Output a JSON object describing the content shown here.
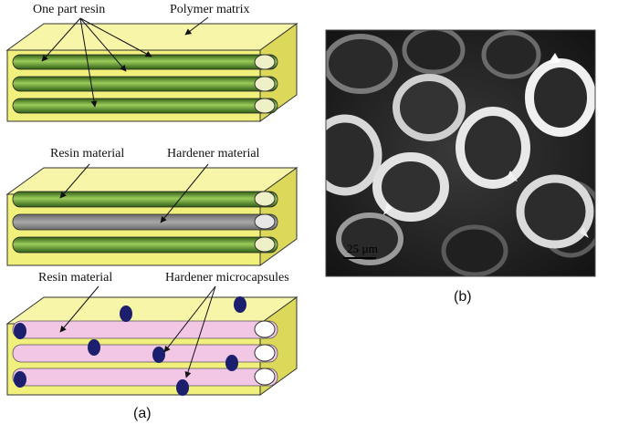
{
  "figure": {
    "panel_a": {
      "caption": "(a)",
      "block1": {
        "label_resin": "One part resin",
        "label_matrix": "Polymer matrix"
      },
      "block2": {
        "label_resin": "Resin material",
        "label_hardener": "Hardener material"
      },
      "block3": {
        "label_resin": "Resin material",
        "label_hardener": "Hardener microcapsules"
      }
    },
    "panel_b": {
      "caption": "(b)",
      "scale_bar": "25 µm"
    }
  },
  "colors": {
    "matrix": "#f2f07c",
    "matrix_side": "#dcd95a",
    "matrix_top": "#f7f6a8",
    "resin_green": "#4e8a2a",
    "hardener_gray": "#8a8a8a",
    "resin_pink": "#f2c7e6",
    "capsule": "#1b1f6e",
    "sem_bg": "#1a1a1a"
  }
}
